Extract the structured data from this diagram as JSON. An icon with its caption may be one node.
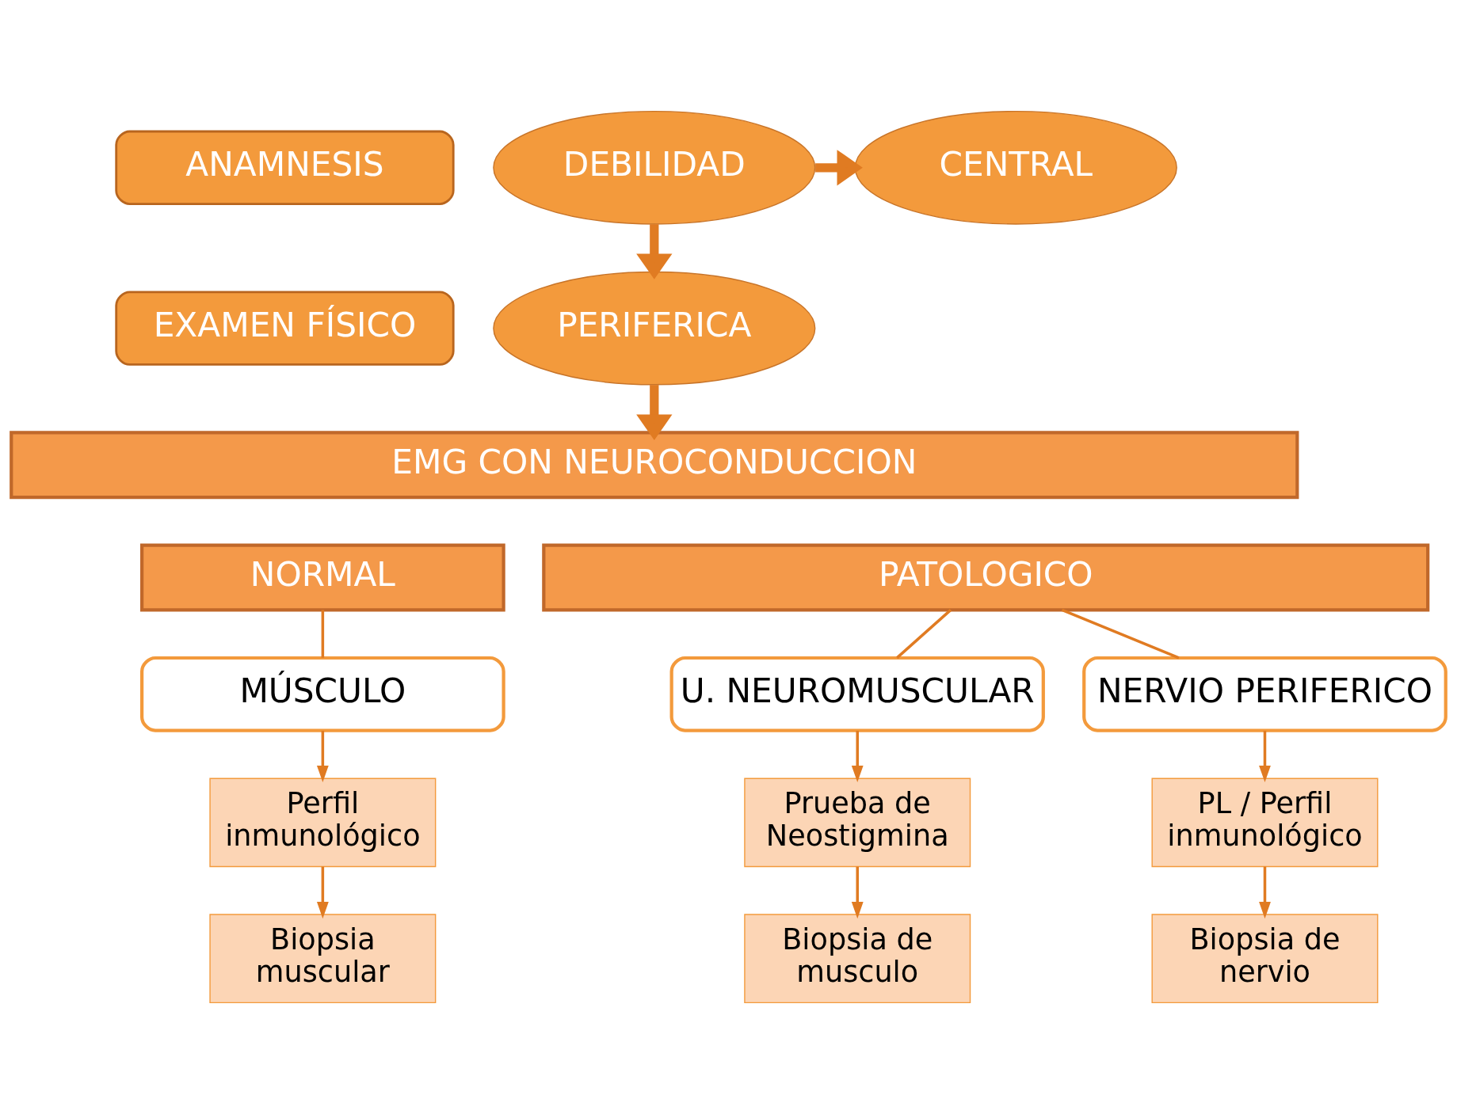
{
  "diagram": {
    "nodes": [
      {
        "text": [
          "ANAMNESIS"
        ]
      },
      {
        "text": [
          "EXAMEN FÍSICO"
        ]
      },
      {
        "text": [
          "DEBILIDAD"
        ]
      },
      {
        "text": [
          "CENTRAL"
        ]
      },
      {
        "text": [
          "PERIFERICA"
        ]
      },
      {
        "text": [
          "EMG CON NEUROCONDUCCION"
        ]
      },
      {
        "text": [
          "NORMAL"
        ]
      },
      {
        "text": [
          "PATOLOGICO"
        ]
      },
      {
        "text": [
          "MÚSCULO"
        ]
      },
      {
        "text": [
          "U. NEUROMUSCULAR"
        ]
      },
      {
        "text": [
          "NERVIO PERIFERICO"
        ]
      },
      {
        "text": [
          "Perfil inmunológico"
        ]
      },
      {
        "text": [
          "Biopsia muscular"
        ]
      },
      {
        "text": [
          "Prueba de Neostigmina"
        ]
      },
      {
        "text": [
          "Biopsia de musculo"
        ]
      },
      {
        "text": [
          "PL / Perfil inmunológico"
        ]
      },
      {
        "text": [
          "Biopsia de nervio"
        ]
      }
    ],
    "edges": [
      {
        "from": 2,
        "to": 3,
        "arrow": "to",
        "style": "thick"
      },
      {
        "from": 2,
        "to": 4,
        "arrow": "to",
        "style": "thick"
      },
      {
        "from": 4,
        "to": 5,
        "arrow": "to",
        "style": "thick"
      },
      {
        "from": 6,
        "to": 8,
        "arrow": "none"
      },
      {
        "from": 7,
        "to": 9,
        "arrow": "none"
      },
      {
        "from": 7,
        "to": 10,
        "arrow": "none"
      },
      {
        "from": 8,
        "to": 11,
        "arrow": "to"
      },
      {
        "from": 11,
        "to": 12,
        "arrow": "to"
      },
      {
        "from": 9,
        "to": 13,
        "arrow": "to"
      },
      {
        "from": 13,
        "to": 14,
        "arrow": "to"
      },
      {
        "from": 10,
        "to": 15,
        "arrow": "to"
      },
      {
        "from": 15,
        "to": 16,
        "arrow": "to"
      }
    ]
  }
}
